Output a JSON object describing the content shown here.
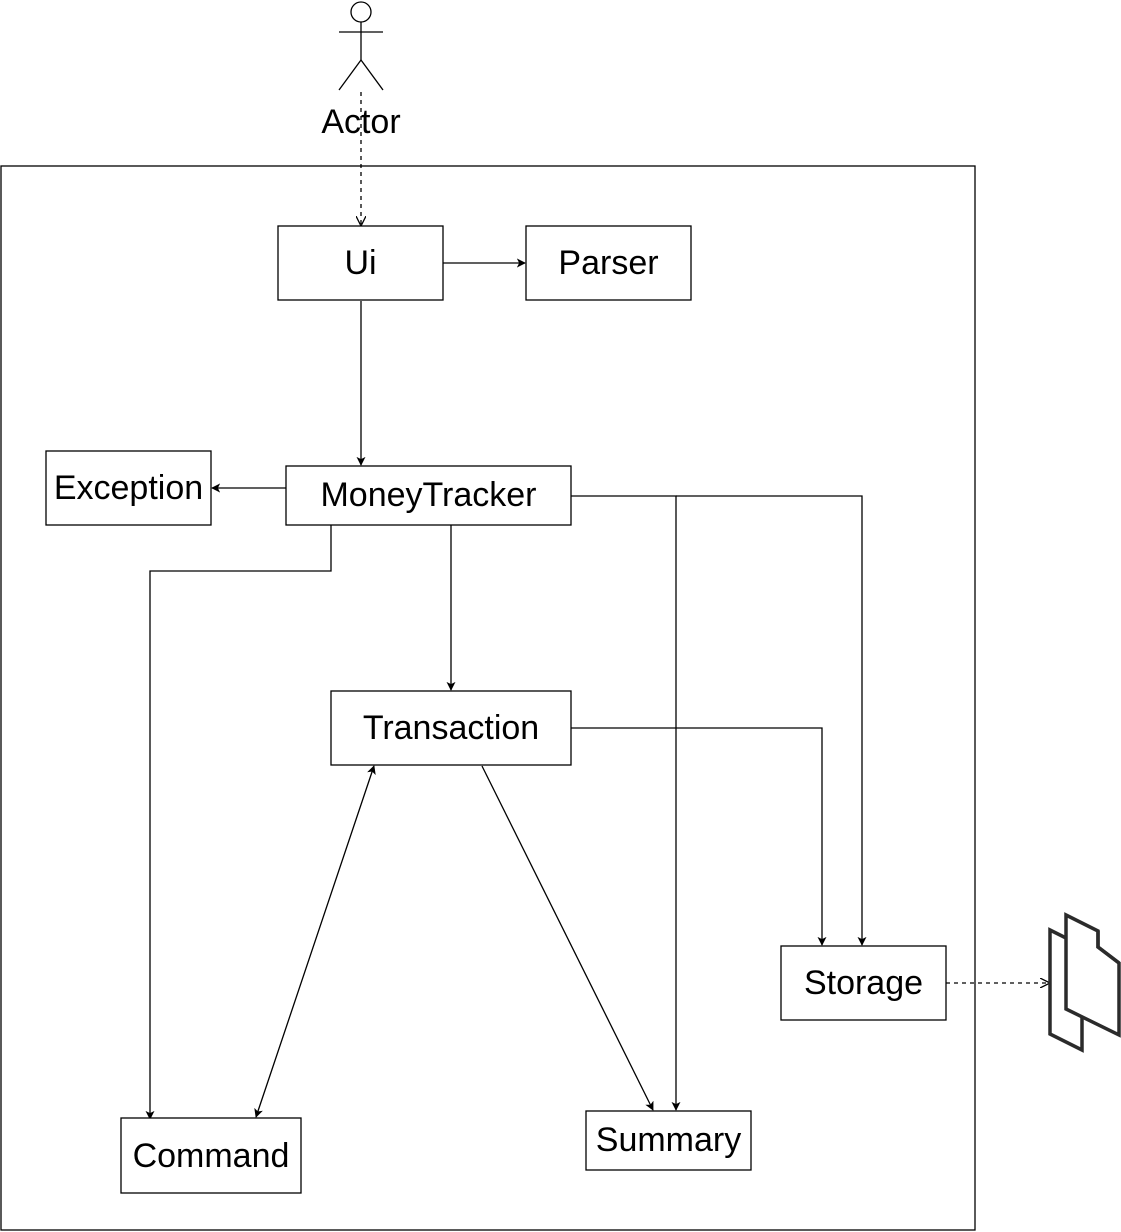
{
  "actor": {
    "label": "Actor"
  },
  "nodes": {
    "ui": "Ui",
    "parser": "Parser",
    "exception": "Exception",
    "moneytracker": "MoneyTracker",
    "transaction": "Transaction",
    "storage": "Storage",
    "command": "Command",
    "summary": "Summary"
  },
  "file_icon": "document-stack-icon",
  "edges": [
    {
      "from": "Actor",
      "to": "Ui",
      "style": "dashed"
    },
    {
      "from": "Ui",
      "to": "Parser",
      "style": "solid"
    },
    {
      "from": "Ui",
      "to": "MoneyTracker",
      "style": "solid"
    },
    {
      "from": "MoneyTracker",
      "to": "Exception",
      "style": "solid"
    },
    {
      "from": "MoneyTracker",
      "to": "Transaction",
      "style": "solid"
    },
    {
      "from": "MoneyTracker",
      "to": "Command",
      "style": "solid"
    },
    {
      "from": "MoneyTracker",
      "to": "Summary",
      "style": "solid"
    },
    {
      "from": "MoneyTracker",
      "to": "Storage",
      "style": "solid"
    },
    {
      "from": "Transaction",
      "to": "Storage",
      "style": "solid"
    },
    {
      "from": "Transaction",
      "to": "Summary",
      "style": "solid"
    },
    {
      "from": "Transaction",
      "to": "Command",
      "style": "solid",
      "bidirectional": true
    },
    {
      "from": "Storage",
      "to": "File",
      "style": "dashed"
    }
  ]
}
